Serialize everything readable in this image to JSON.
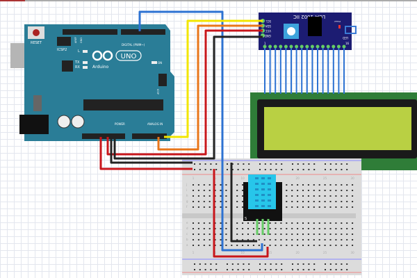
{
  "arduino": {
    "reset": "RESET",
    "icsp2": "ICSP2",
    "icsp": "ICSP",
    "led_l": "L",
    "led_tx": "TX",
    "led_rx": "RX",
    "led_on": "ON",
    "brand": "Arduino",
    "model": "UNO",
    "digital": "DIGITAL (PWM~)",
    "power": "POWER",
    "analog": "ANALOG IN",
    "aref": "AREF",
    "gnd": "GND"
  },
  "i2c_module": {
    "title": "LCM 1602 IIC",
    "pins": [
      "SCL",
      "SDA",
      "VCC",
      "GND"
    ],
    "power": "Power",
    "led": "LED",
    "pin_first": "1",
    "pin_last": "16"
  },
  "breadboard": {
    "col_labels": [
      "1",
      "5",
      "10",
      "15",
      "20",
      "25",
      "30"
    ],
    "row_labels_top": [
      "j",
      "i",
      "h",
      "g",
      "f"
    ],
    "row_labels_bottom": [
      "e",
      "d",
      "c",
      "b",
      "a"
    ]
  },
  "dht": {
    "label": "S"
  },
  "colors": {
    "board": "#2a7d97",
    "i2c": "#1c1c72",
    "lcd_pcb": "#2f7d38",
    "lcd_screen": "#b9d043",
    "dht": "#27c6ea",
    "wire_blue": "#2d72d2",
    "wire_yellow": "#f2e600",
    "wire_orange": "#e8761a",
    "wire_red": "#c8161b",
    "wire_black": "#222"
  }
}
